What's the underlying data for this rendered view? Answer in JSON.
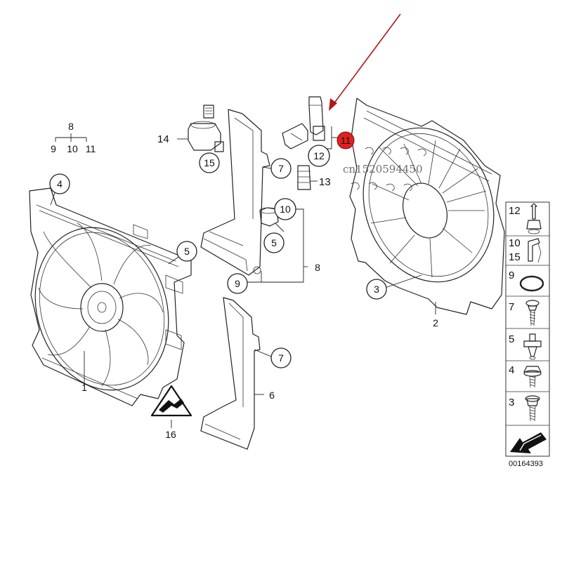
{
  "callouts": [
    {
      "id": "c1",
      "label": "1"
    },
    {
      "id": "c2",
      "label": "2"
    },
    {
      "id": "c3",
      "label": "3"
    },
    {
      "id": "c4",
      "label": "4"
    },
    {
      "id": "c5a",
      "label": "5"
    },
    {
      "id": "c5b",
      "label": "5"
    },
    {
      "id": "c6",
      "label": "6"
    },
    {
      "id": "c7a",
      "label": "7"
    },
    {
      "id": "c7b",
      "label": "7"
    },
    {
      "id": "c8a",
      "label": "8"
    },
    {
      "id": "c8b",
      "label": "8"
    },
    {
      "id": "c9a",
      "label": "9"
    },
    {
      "id": "c9b",
      "label": "9"
    },
    {
      "id": "c10a",
      "label": "10"
    },
    {
      "id": "c10b",
      "label": "10"
    },
    {
      "id": "c11a",
      "label": "11"
    },
    {
      "id": "c11b",
      "label": "11"
    },
    {
      "id": "c12",
      "label": "12"
    },
    {
      "id": "c13",
      "label": "13"
    },
    {
      "id": "c14",
      "label": "14"
    },
    {
      "id": "c15",
      "label": "15"
    },
    {
      "id": "c16",
      "label": "16"
    }
  ],
  "legend": [
    {
      "labels": [
        "12"
      ],
      "part": "clip-icon"
    },
    {
      "labels": [
        "10",
        "15"
      ],
      "part": "bracket-clip-icon"
    },
    {
      "labels": [
        "9"
      ],
      "part": "o-ring-icon"
    },
    {
      "labels": [
        "7"
      ],
      "part": "screw-icon"
    },
    {
      "labels": [
        "5"
      ],
      "part": "rivet-icon"
    },
    {
      "labels": [
        "4"
      ],
      "part": "nut-icon"
    },
    {
      "labels": [
        "3"
      ],
      "part": "bolt-icon"
    }
  ],
  "diagram_id": "00164393",
  "watermark": "cn1520594450",
  "highlight_color": "#e02020",
  "arrow_color": "#b01818"
}
